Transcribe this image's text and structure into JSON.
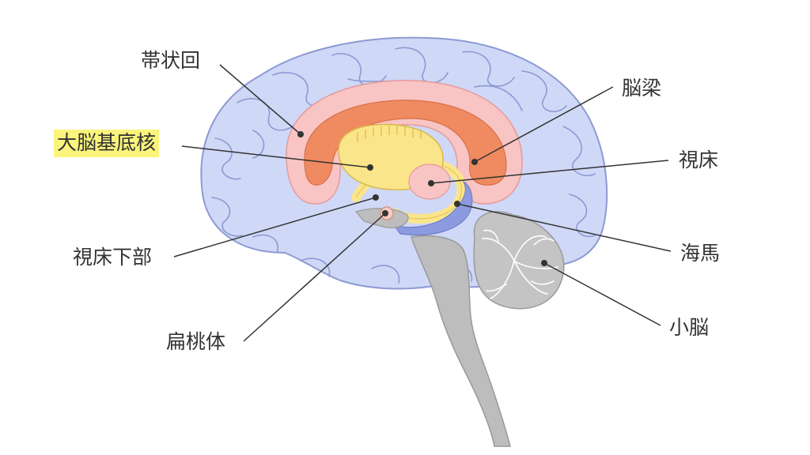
{
  "labels": {
    "cingulate": "帯状回",
    "basal_ganglia": "大脳基底核",
    "hypothalamus": "視床下部",
    "amygdala": "扁桃体",
    "corpus_callosum": "脳梁",
    "thalamus": "視床",
    "hippocampus": "海馬",
    "cerebellum": "小脳"
  },
  "highlighted": "basal_ganglia",
  "colors": {
    "cortex": "#cfd8f6",
    "cortex_line": "#8d9ad4",
    "cingulate": "#f9c4c4",
    "corpus_callosum": "#f08a60",
    "basal_ganglia": "#fbe58a",
    "fornix": "#fbe58a",
    "hippocampus": "#8c9be0",
    "brainstem": "#bdbdbd",
    "cerebellum": "#c4c4c4",
    "highlight": "#fbf47c",
    "leader": "#333333"
  }
}
